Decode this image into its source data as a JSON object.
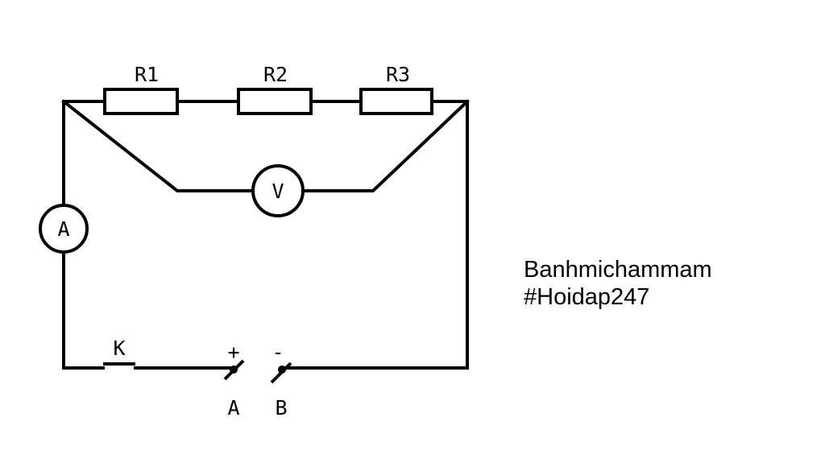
{
  "diagram": {
    "resistors": [
      "R1",
      "R2",
      "R3"
    ],
    "voltmeter": "V",
    "ammeter": "A",
    "switch": "K",
    "terminals": {
      "positive_sign": "+",
      "negative_sign": "-",
      "positive_label": "A",
      "negative_label": "B"
    }
  },
  "credit": {
    "line1": "Banhmichammam",
    "line2": "#Hoidap247"
  }
}
